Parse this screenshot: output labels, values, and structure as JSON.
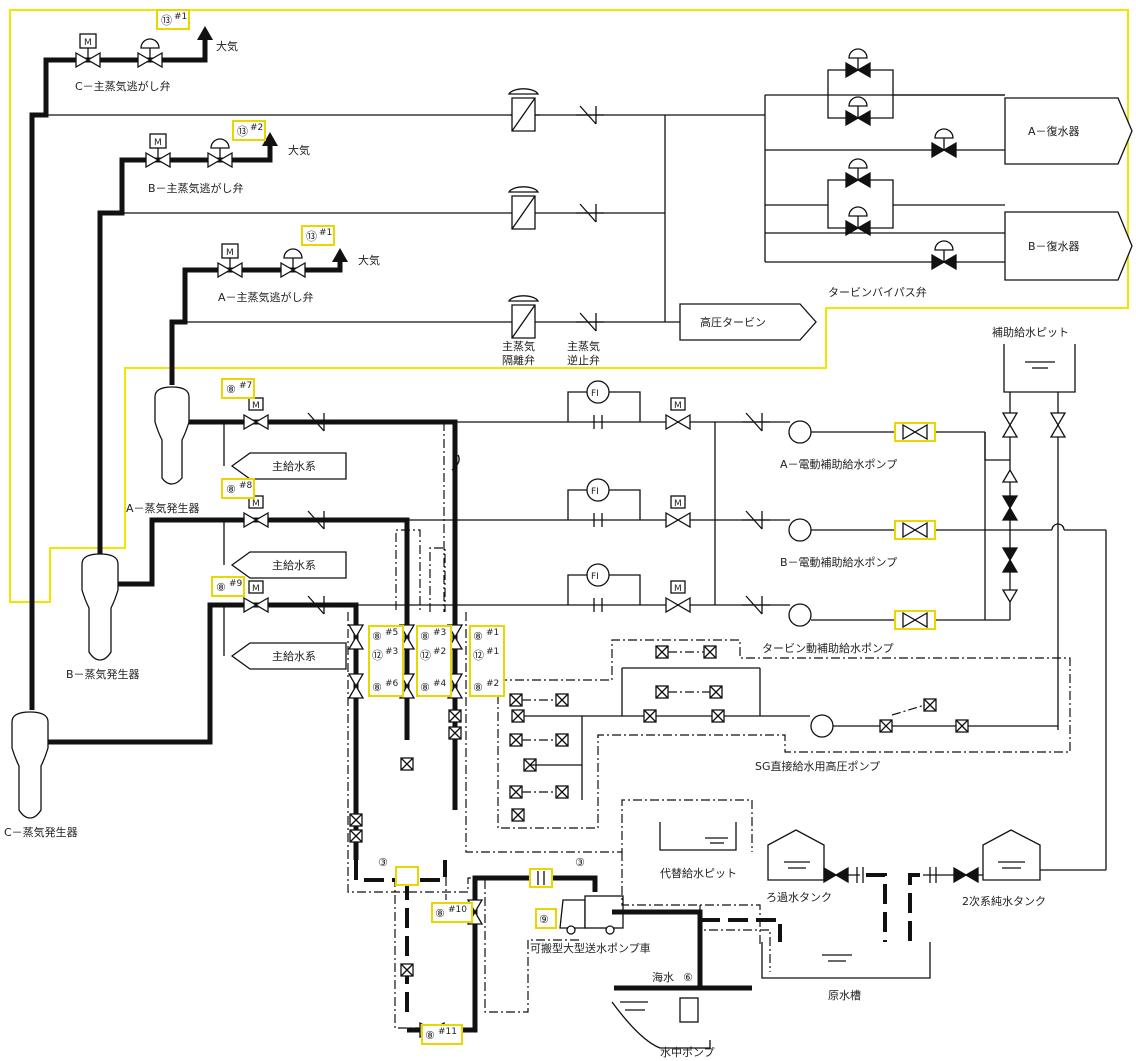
{
  "labels": {
    "atmosphere": "大気",
    "c_relief_valve": "C－主蒸気逃がし弁",
    "b_relief_valve": "B－主蒸気逃がし弁",
    "a_relief_valve": "A－主蒸気逃がし弁",
    "a_condenser": "A－復水器",
    "b_condenser": "B－復水器",
    "turbine_bypass": "タービンバイパス弁",
    "hp_turbine": "高圧タービン",
    "msiv_1": "主蒸気",
    "msiv_2": "隔離弁",
    "mscv_1": "主蒸気",
    "mscv_2": "逆止弁",
    "aux_pit": "補助給水ピット",
    "main_feed": "主給水系",
    "a_sg": "A－蒸気発生器",
    "b_sg": "B－蒸気発生器",
    "c_sg": "C－蒸気発生器",
    "a_pump": "A－電動補助給水ポンプ",
    "b_pump": "B－電動補助給水ポンプ",
    "t_pump": "タービン動補助給水ポンプ",
    "sg_hp_pump": "SG直接給水用高圧ポンプ",
    "alt_pit": "代替給水ピット",
    "filter_tank": "ろ過水タンク",
    "pure_tank": "2次系純水タンク",
    "portable_pump": "可搬型大型送水ポンプ車",
    "seawater": "海水",
    "raw_tank": "原水槽",
    "sub_pump": "水中ポンプ",
    "fi": "FI",
    "m": "M"
  },
  "markers": {
    "m13_1": "⑬",
    "m13_1_sup": "#1",
    "m13_2": "⑬",
    "m13_2_sup": "#2",
    "m13_3": "⑬",
    "m13_3_sup": "#1",
    "m8_7": "⑧",
    "m8_7_sup": "#7",
    "m8_8": "⑧",
    "m8_8_sup": "#8",
    "m8_9": "⑧",
    "m8_9_sup": "#9",
    "m8_5": "⑧",
    "m8_5_sup": "#5",
    "m12_3": "⑫",
    "m12_3_sup": "#3",
    "m8_6": "⑧",
    "m8_6_sup": "#6",
    "m8_3": "⑧",
    "m8_3_sup": "#3",
    "m12_2": "⑫",
    "m12_2_sup": "#2",
    "m8_4": "⑧",
    "m8_4_sup": "#4",
    "m8_1": "⑧",
    "m8_1_sup": "#1",
    "m12_1": "⑫",
    "m12_1_sup": "#1",
    "m8_2": "⑧",
    "m8_2_sup": "#2",
    "m8_10": "⑧",
    "m8_10_sup": "#10",
    "m8_11": "⑧",
    "m8_11_sup": "#11",
    "m3_a": "③",
    "m3_b": "③",
    "m6": "⑥",
    "m9": "⑨"
  }
}
